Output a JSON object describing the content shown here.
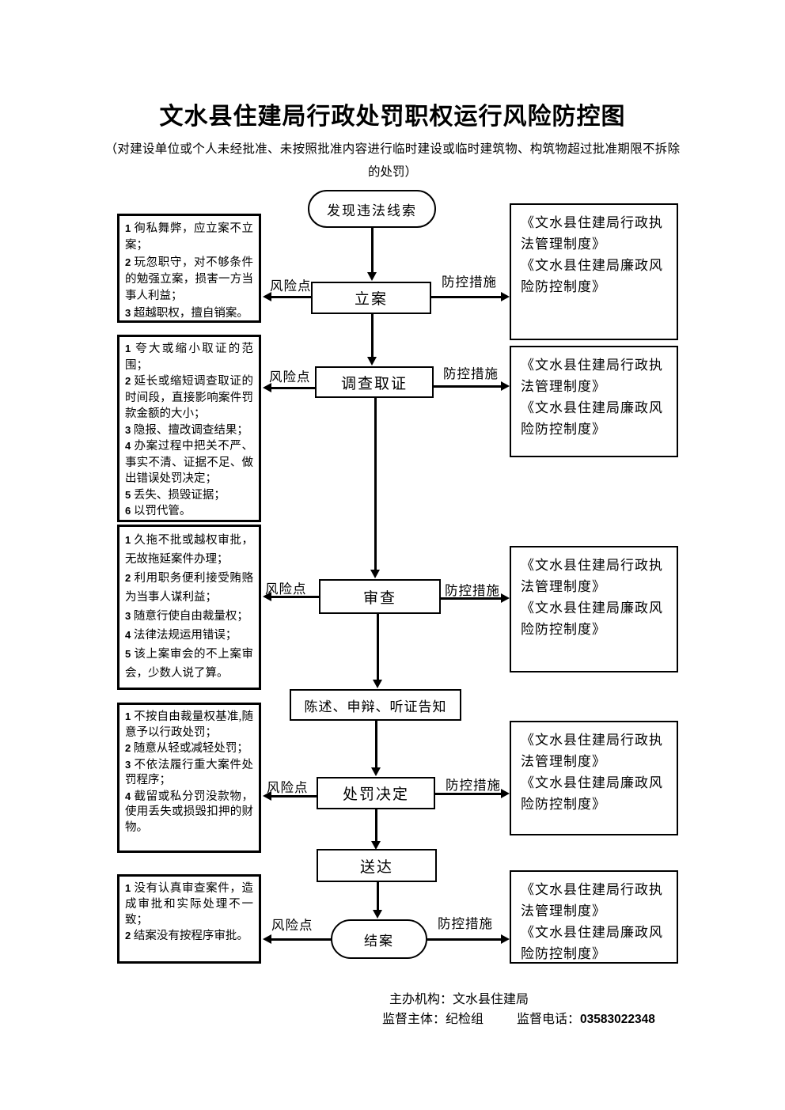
{
  "title": "文水县住建局行政处罚职权运行风险防控图",
  "subtitle": {
    "line1": "（对建设单位或个人未经批准、未按照批准内容进行临时建设或临时建筑物、构筑物超过批准期限不拆除",
    "line2": "的处罚）"
  },
  "labels": {
    "risk": "风险点",
    "measure": "防控措施"
  },
  "flow": {
    "start": "发现违法线索",
    "filing": "立案",
    "investigation": "调查取证",
    "review": "审查",
    "notice": "陈述、申辩、听证告知",
    "decision": "处罚决定",
    "delivery": "送达",
    "closing": "结案"
  },
  "risk_boxes": [
    {
      "items": [
        {
          "num": "1",
          "text": "徇私舞弊，应立案不立案；"
        },
        {
          "num": "2",
          "text": "玩忽职守，对不够条件的勉强立案，损害一方当事人利益；"
        },
        {
          "num": "3",
          "text": "超越职权，擅自销案。"
        }
      ]
    },
    {
      "items": [
        {
          "num": "1",
          "text": "夸大或缩小取证的范围；"
        },
        {
          "num": "2",
          "text": "延长或缩短调查取证的时间段，直接影响案件罚款金额的大小；"
        },
        {
          "num": "3",
          "text": "隐报、擅改调查结果；"
        },
        {
          "num": "4",
          "text": "办案过程中把关不严、事实不清、证据不足、做出错误处罚决定；"
        },
        {
          "num": "5",
          "text": "丢失、损毁证据；"
        },
        {
          "num": "6",
          "text": "以罚代管。"
        }
      ]
    },
    {
      "items": [
        {
          "num": "1",
          "text": "久拖不批或越权审批，无故拖延案件办理；"
        },
        {
          "num": "2",
          "text": "利用职务便利接受贿赂为当事人谋利益；"
        },
        {
          "num": "3",
          "text": "随意行使自由裁量权；"
        },
        {
          "num": "4",
          "text": "法律法规运用错误；"
        },
        {
          "num": "5",
          "text": "该上案审会的不上案审会，少数人说了算。"
        }
      ]
    },
    {
      "items": [
        {
          "num": "1",
          "text": "不按自由裁量权基准,随意予以行政处罚；"
        },
        {
          "num": "2",
          "text": "随意从轻或减轻处罚；"
        },
        {
          "num": "3",
          "text": "不依法履行重大案件处罚程序；"
        },
        {
          "num": "4",
          "text": "截留或私分罚没款物，使用丢失或损毁扣押的财物。"
        }
      ]
    },
    {
      "items": [
        {
          "num": "1",
          "text": "没有认真审查案件，造成审批和实际处理不一致；"
        },
        {
          "num": "2",
          "text": "结案没有按程序审批。"
        }
      ]
    }
  ],
  "measure_boxes": [
    {
      "lines": [
        "《文水县住建局行政执法管理制度》",
        "《文水县住建局廉政风险防控制度》"
      ]
    },
    {
      "lines": [
        "《文水县住建局行政执法管理制度》",
        "《文水县住建局廉政风险防控制度》"
      ]
    },
    {
      "lines": [
        "《文水县住建局行政执法管理制度》",
        "《文水县住建局廉政风险防控制度》"
      ]
    },
    {
      "lines": [
        "《文水县住建局行政执法管理制度》",
        "《文水县住建局廉政风险防控制度》"
      ]
    },
    {
      "lines": [
        "《文水县住建局行政执法管理制度》",
        "《文水县住建局廉政风险防控制度》"
      ]
    }
  ],
  "footer": {
    "organizer": "主办机构：文水县住建局",
    "supervisor": "监督主体：纪检组",
    "phone_label": "监督电话：",
    "phone": "03583022348"
  }
}
